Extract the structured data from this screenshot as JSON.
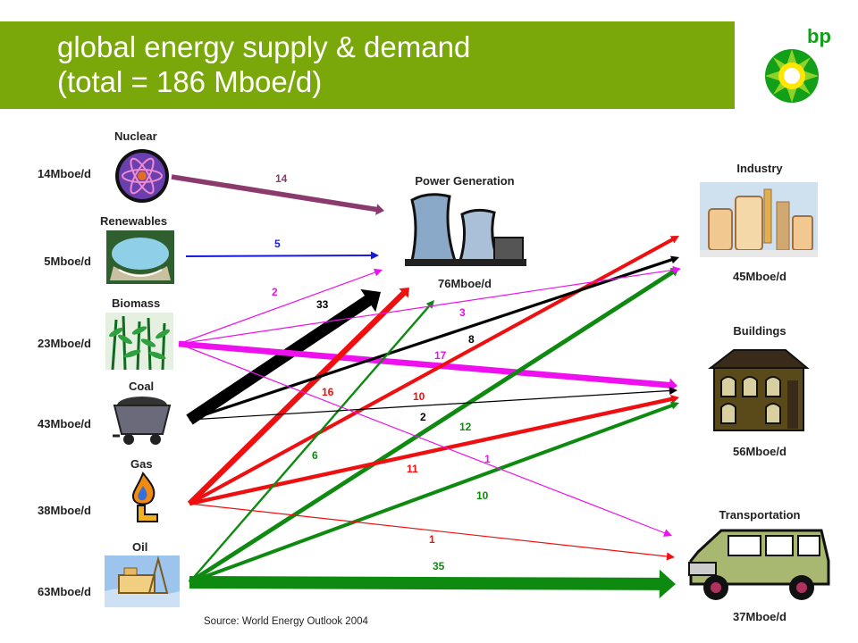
{
  "title_line1": "global energy supply & demand",
  "title_line2": "(total = 186 Mboe/d)",
  "logo_text": "bp",
  "source": "Source: World Energy Outlook 2004",
  "colors": {
    "header": "#7aa80a",
    "nuclear": "#8b3a6e",
    "renewables": "#1a1adb",
    "biomass": "#ee10ee",
    "coal": "#000000",
    "gas": "#ee1010",
    "oil": "#0e8a10"
  },
  "supplies": [
    {
      "id": "nuclear",
      "name": "Nuclear",
      "value": "14Mboe/d",
      "icon": "nuclear-icon"
    },
    {
      "id": "renewables",
      "name": "Renewables",
      "value": "5Mboe/d",
      "icon": "hydro-dam-icon"
    },
    {
      "id": "biomass",
      "name": "Biomass",
      "value": "23Mboe/d",
      "icon": "crops-icon"
    },
    {
      "id": "coal",
      "name": "Coal",
      "value": "43Mboe/d",
      "icon": "coal-cart-icon"
    },
    {
      "id": "gas",
      "name": "Gas",
      "value": "38Mboe/d",
      "icon": "gas-flame-icon"
    },
    {
      "id": "oil",
      "name": "Oil",
      "value": "63Mboe/d",
      "icon": "oil-rig-icon"
    }
  ],
  "destinations": [
    {
      "id": "power",
      "name": "Power Generation",
      "value": "76Mboe/d",
      "icon": "power-plant-icon"
    },
    {
      "id": "industry",
      "name": "Industry",
      "value": "45Mboe/d",
      "icon": "factory-icon"
    },
    {
      "id": "buildings",
      "name": "Buildings",
      "value": "56Mboe/d",
      "icon": "house-icon"
    },
    {
      "id": "transport",
      "name": "Transportation",
      "value": "37Mboe/d",
      "icon": "truck-icon"
    }
  ],
  "flows": [
    {
      "from": "nuclear",
      "to": "power",
      "value": 14
    },
    {
      "from": "renewables",
      "to": "power",
      "value": 5
    },
    {
      "from": "biomass",
      "to": "power",
      "value": 2
    },
    {
      "from": "biomass",
      "to": "industry",
      "value": 3
    },
    {
      "from": "biomass",
      "to": "buildings",
      "value": 17
    },
    {
      "from": "biomass",
      "to": "transport",
      "value": 1
    },
    {
      "from": "coal",
      "to": "power",
      "value": 33
    },
    {
      "from": "coal",
      "to": "industry",
      "value": 8
    },
    {
      "from": "coal",
      "to": "buildings",
      "value": 2
    },
    {
      "from": "gas",
      "to": "power",
      "value": 16
    },
    {
      "from": "gas",
      "to": "industry",
      "value": 10
    },
    {
      "from": "gas",
      "to": "buildings",
      "value": 11
    },
    {
      "from": "gas",
      "to": "transport",
      "value": 1
    },
    {
      "from": "oil",
      "to": "power",
      "value": 6
    },
    {
      "from": "oil",
      "to": "industry",
      "value": 12
    },
    {
      "from": "oil",
      "to": "buildings",
      "value": 10
    },
    {
      "from": "oil",
      "to": "transport",
      "value": 35
    }
  ]
}
